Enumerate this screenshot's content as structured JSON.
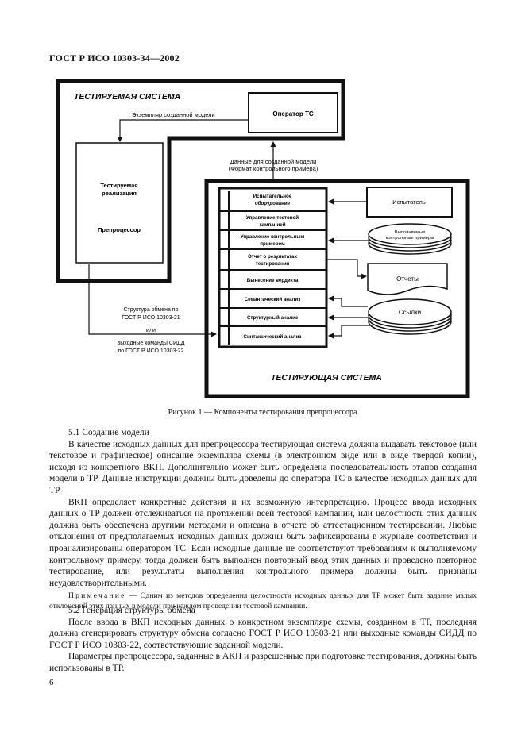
{
  "header": {
    "doc_id": "ГОСТ Р ИСО 10303-34—2002"
  },
  "figure": {
    "tested_system_title": "ТЕСТИРУЕМАЯ СИСТЕМА",
    "operator_label": "Оператор ТС",
    "instance_arrow_label": "Экземпляр созданной модели",
    "implementation_line1": "Тестируемая",
    "implementation_line2": "реализация",
    "preprocessor_label": "Препроцессор",
    "input_data_line1": "Данные для созданной модели",
    "input_data_line2": "(Формат контрольного примера)",
    "exchange_line1": "Структура обмена по",
    "exchange_line2": "ГОСТ Р ИСО 10303-21",
    "exchange_line3": "или",
    "exchange_line4": "выходные команды СИДД",
    "exchange_line5": "по ГОСТ Р ИСО 10303-22",
    "testing_system_title": "ТЕСТИРУЮЩАЯ СИСТЕМА",
    "tester_label": "Испытатель",
    "test_cases_line1": "Выполняемые",
    "test_cases_line2": "контрольные примеры",
    "reports_label": "Отчеты",
    "references_label": "Ссылки",
    "module_1a": "Испытательное",
    "module_1b": "оборудование",
    "module_2a": "Управление тестовой",
    "module_2b": "кампанией",
    "module_3a": "Управление контрольным",
    "module_3b": "примером",
    "module_4a": "Отчет о результатах",
    "module_4b": "тестирования",
    "module_5": "Вынесение вердикта",
    "module_6": "Семантический анализ",
    "module_7": "Структурный анализ",
    "module_8": "Синтаксический анализ"
  },
  "caption": "Рисунок 1 — Компоненты тестирования препроцессора",
  "section_5_1": {
    "heading": "5.1 Создание модели",
    "para1": "В качестве исходных данных для препроцессора тестирующая система должна выдавать текстовое (или текстовое и графическое) описание экземпляра схемы (в электронном виде или в виде твердой копии), исходя из конкретного ВКП. Дополнительно может быть определена последовательность этапов создания модели в ТР. Данные инструкции должны быть доведены до оператора ТС в качестве исходных данных для ТР.",
    "para2": "ВКП определяет конкретные действия и их возможную интерпретацию. Процесс ввода исходных данных о ТР должен отслеживаться на протяжении всей тестовой кампании, или целостность этих данных должна быть обеспечена другими методами и описана в отчете об аттестационном тестировании. Любые отклонения от предполагаемых исходных данных должны быть зафиксированы в журнале соответствия и проанализированы оператором ТС. Если исходные данные не соответствуют требованиям к выполняемому контрольному примеру, тогда должен быть выполнен повторный ввод этих данных и проведено повторное тестирование, или результаты выполнения контрольного примера должны быть признаны неудовлетворительными.",
    "note_label": "Примечание",
    "note_text": " — Одним из методов определения целостности исходных данных для ТР может быть задание малых отклонений этих данных в модели при каждом проведении тестовой кампании."
  },
  "section_5_2": {
    "heading": "5.2 Генерация структуры обмена",
    "para1": "После ввода в ВКП исходных данных о конкретном экземпляре схемы, созданном в ТР, последняя должна сгенерировать структуру обмена согласно ГОСТ Р ИСО 10303-21 или выходные команды СИДД по ГОСТ Р ИСО 10303-22, соответствующие заданной модели.",
    "para2": "Параметры препроцессора, заданные в АКП и разрешенные при подготовке тестирования, должны быть использованы в ТР."
  },
  "page_number": "6"
}
